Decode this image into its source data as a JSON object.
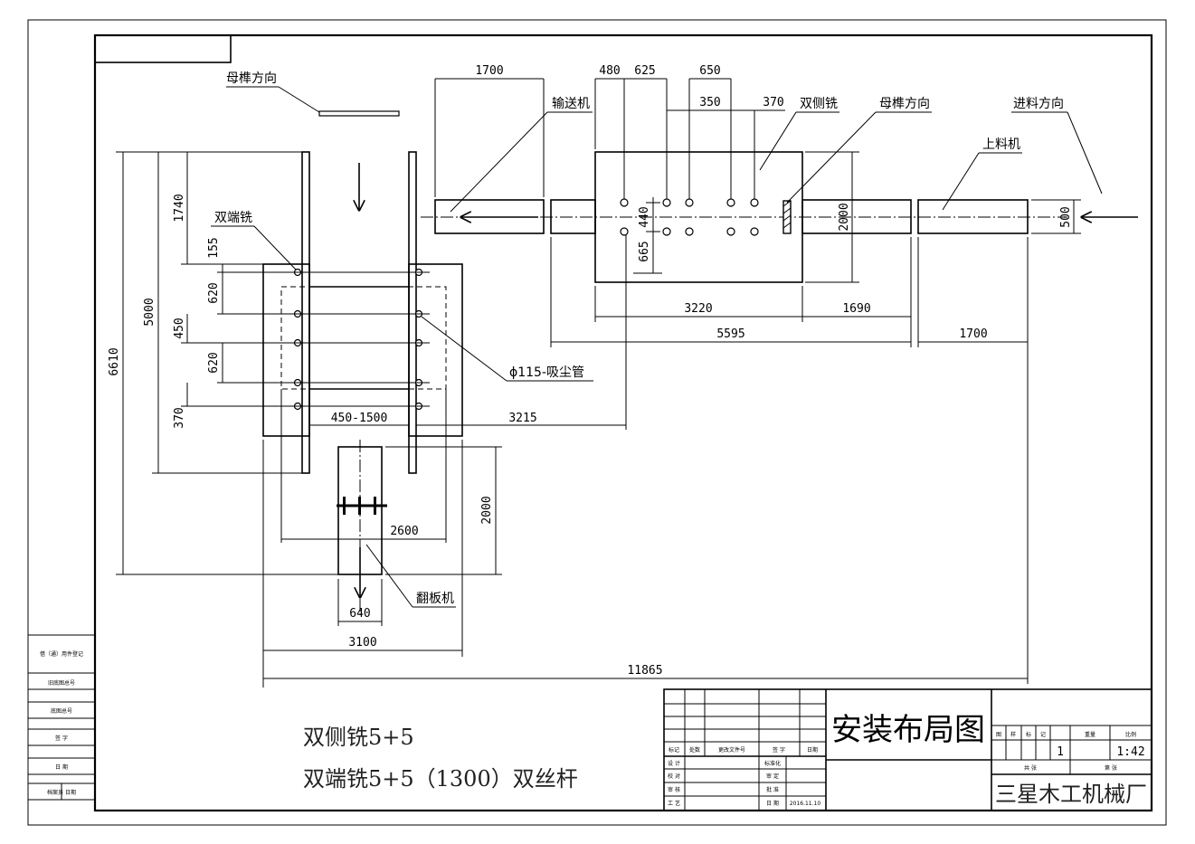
{
  "labels": {
    "mortise_dir_1": "母榫方向",
    "mortise_dir_2": "母榫方向",
    "feed_dir": "进料方向",
    "conveyor": "输送机",
    "double_side_mill": "双侧铣",
    "loader": "上料机",
    "double_end_mill": "双端铣",
    "dust_pipe": "ϕ115-吸尘管",
    "flipper": "翻板机"
  },
  "dims": {
    "d1700a": "1700",
    "d480": "480",
    "d625": "625",
    "d650": "650",
    "d350": "350",
    "d370a": "370",
    "d2000a": "2000",
    "d500": "500",
    "d440": "440",
    "d665": "665",
    "d3220": "3220",
    "d1690": "1690",
    "d5595": "5595",
    "d1700b": "1700",
    "d1740": "1740",
    "d155": "155",
    "d620a": "620",
    "d450": "450",
    "d620b": "620",
    "d370b": "370",
    "d5000": "5000",
    "d6610": "6610",
    "d450_1500": "450-1500",
    "d3215": "3215",
    "d2000b": "2000",
    "d2600": "2600",
    "d640": "640",
    "d3100": "3100",
    "d11865": "11865"
  },
  "notes": {
    "line1": "双侧铣5+5",
    "line2": "双端铣5+5（1300）双丝杆"
  },
  "title_block": {
    "title": "安装布局图",
    "company": "三星木工机械厂",
    "scale": "1:42",
    "qty": "1",
    "date": "2016.11.10",
    "header_cols": [
      "图",
      "样",
      "标",
      "记",
      "重量",
      "比例"
    ],
    "total_pages": "共  张",
    "page_no": "第  张",
    "rev_header": [
      "标记",
      "处数",
      "更改文件号",
      "签  字",
      "日期"
    ],
    "rows": [
      {
        "a": "设  计",
        "b": "标准化"
      },
      {
        "a": "校  对",
        "b": "审  定"
      },
      {
        "a": "审  核",
        "b": "批  准"
      },
      {
        "a": "工  艺",
        "b": "日  期"
      }
    ]
  },
  "left_strip": {
    "cells": [
      "借（通）用件登记",
      "旧底图总号",
      "底图总号",
      "签  字",
      "日  期",
      "档案员  日期"
    ]
  }
}
